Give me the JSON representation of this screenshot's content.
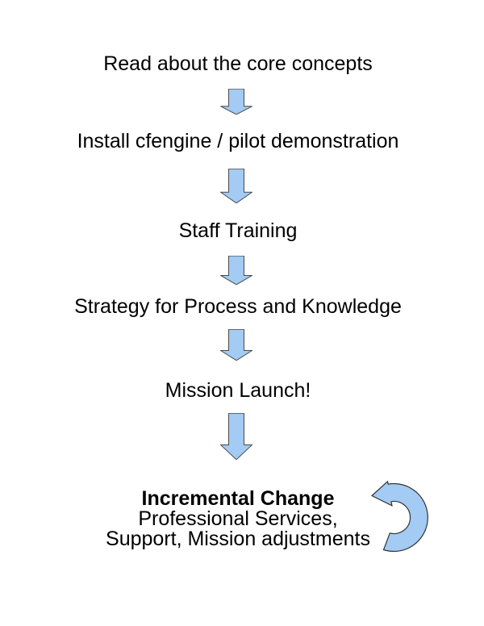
{
  "diagram": {
    "steps": [
      {
        "label": "Read about the core concepts"
      },
      {
        "label": "Install cfengine / pilot demonstration"
      },
      {
        "label": "Staff Training"
      },
      {
        "label": "Strategy for Process and Knowledge"
      },
      {
        "label": "Mission Launch!"
      }
    ],
    "final": {
      "title": "Incremental Change",
      "line2": "Professional Services,",
      "line3": "Support, Mission adjustments"
    },
    "icons": {
      "down_arrow": "down-arrow-icon",
      "loop_arrow": "circular-loop-arrow-icon"
    },
    "colors": {
      "arrow_fill": "#a3cbf3",
      "arrow_stroke": "#4a4a4a",
      "text": "#000000",
      "background": "#ffffff"
    }
  }
}
